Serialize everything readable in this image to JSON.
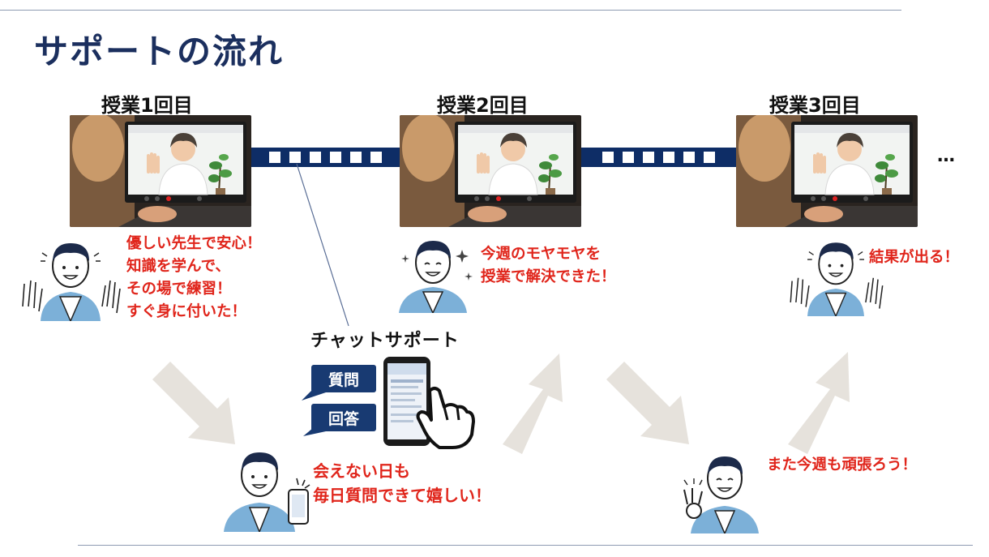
{
  "slide": {
    "title": "サポートの流れ",
    "lessons": [
      {
        "label": "授業1回目"
      },
      {
        "label": "授業2回目"
      },
      {
        "label": "授業3回目"
      }
    ],
    "ellipsis": "…",
    "comments": {
      "lesson1": [
        "優しい先生で安心！",
        "知識を学んで、",
        "その場で練習！",
        "すぐ身に付いた！"
      ],
      "lesson2": [
        "今週のモヤモヤを",
        "授業で解決できた！"
      ],
      "lesson3": [
        "結果が出る！"
      ],
      "chat_day": [
        "会えない日も",
        "毎日質問できて嬉しい！"
      ],
      "again": [
        "また今週も頑張ろう！"
      ]
    },
    "chat_support": {
      "title": "チャットサポート",
      "question": "質問",
      "answer": "回答"
    }
  },
  "colors": {
    "title": "#1b2f5e",
    "accent_red": "#e0251b",
    "navy": "#0e2d66",
    "bubble": "#183a72",
    "arrow": "#e6e2dc",
    "shirt_blue": "#7cb0d8"
  },
  "icons": [
    "person-waving-icon",
    "person-smiling-icon",
    "person-phone-icon",
    "person-ok-sign-icon",
    "smartphone-hand-icon",
    "arrow-icon"
  ]
}
